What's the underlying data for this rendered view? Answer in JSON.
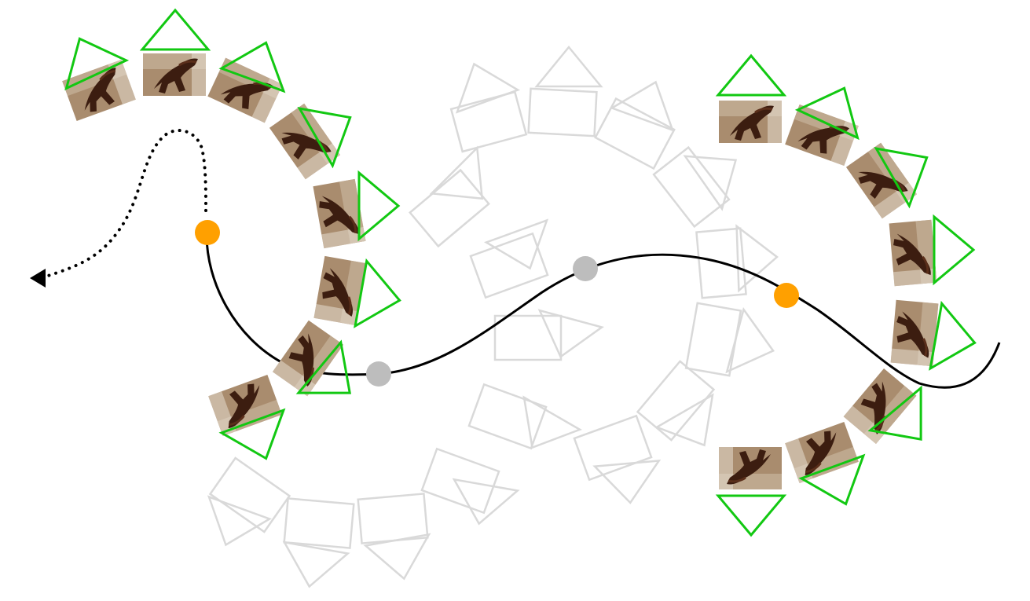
{
  "colors": {
    "background": "#ffffff",
    "active_camera": "#12c812",
    "ghost_camera": "#d9d9d9",
    "trajectory": "#000000",
    "keypoint_active": "#ffa000",
    "keypoint_inactive": "#bdbdbd",
    "frame_base": "#a07a5a",
    "frame_subject": "#3e1f12",
    "frame_light": "#e8dccb"
  },
  "diagram": {
    "description_items": {
      "trajectory": "solid-black-curve",
      "extrapolated_path": "dotted-black-curve-with-arrowhead",
      "keypoints": [
        "orange-dot",
        "gray-dot",
        "gray-dot",
        "orange-dot"
      ],
      "camera_rig_left": "green-camera-frustums-with-frames",
      "camera_rig_right": "green-camera-frustums-with-frames",
      "ghost_rig": "faded-gray-camera-frustums"
    }
  }
}
